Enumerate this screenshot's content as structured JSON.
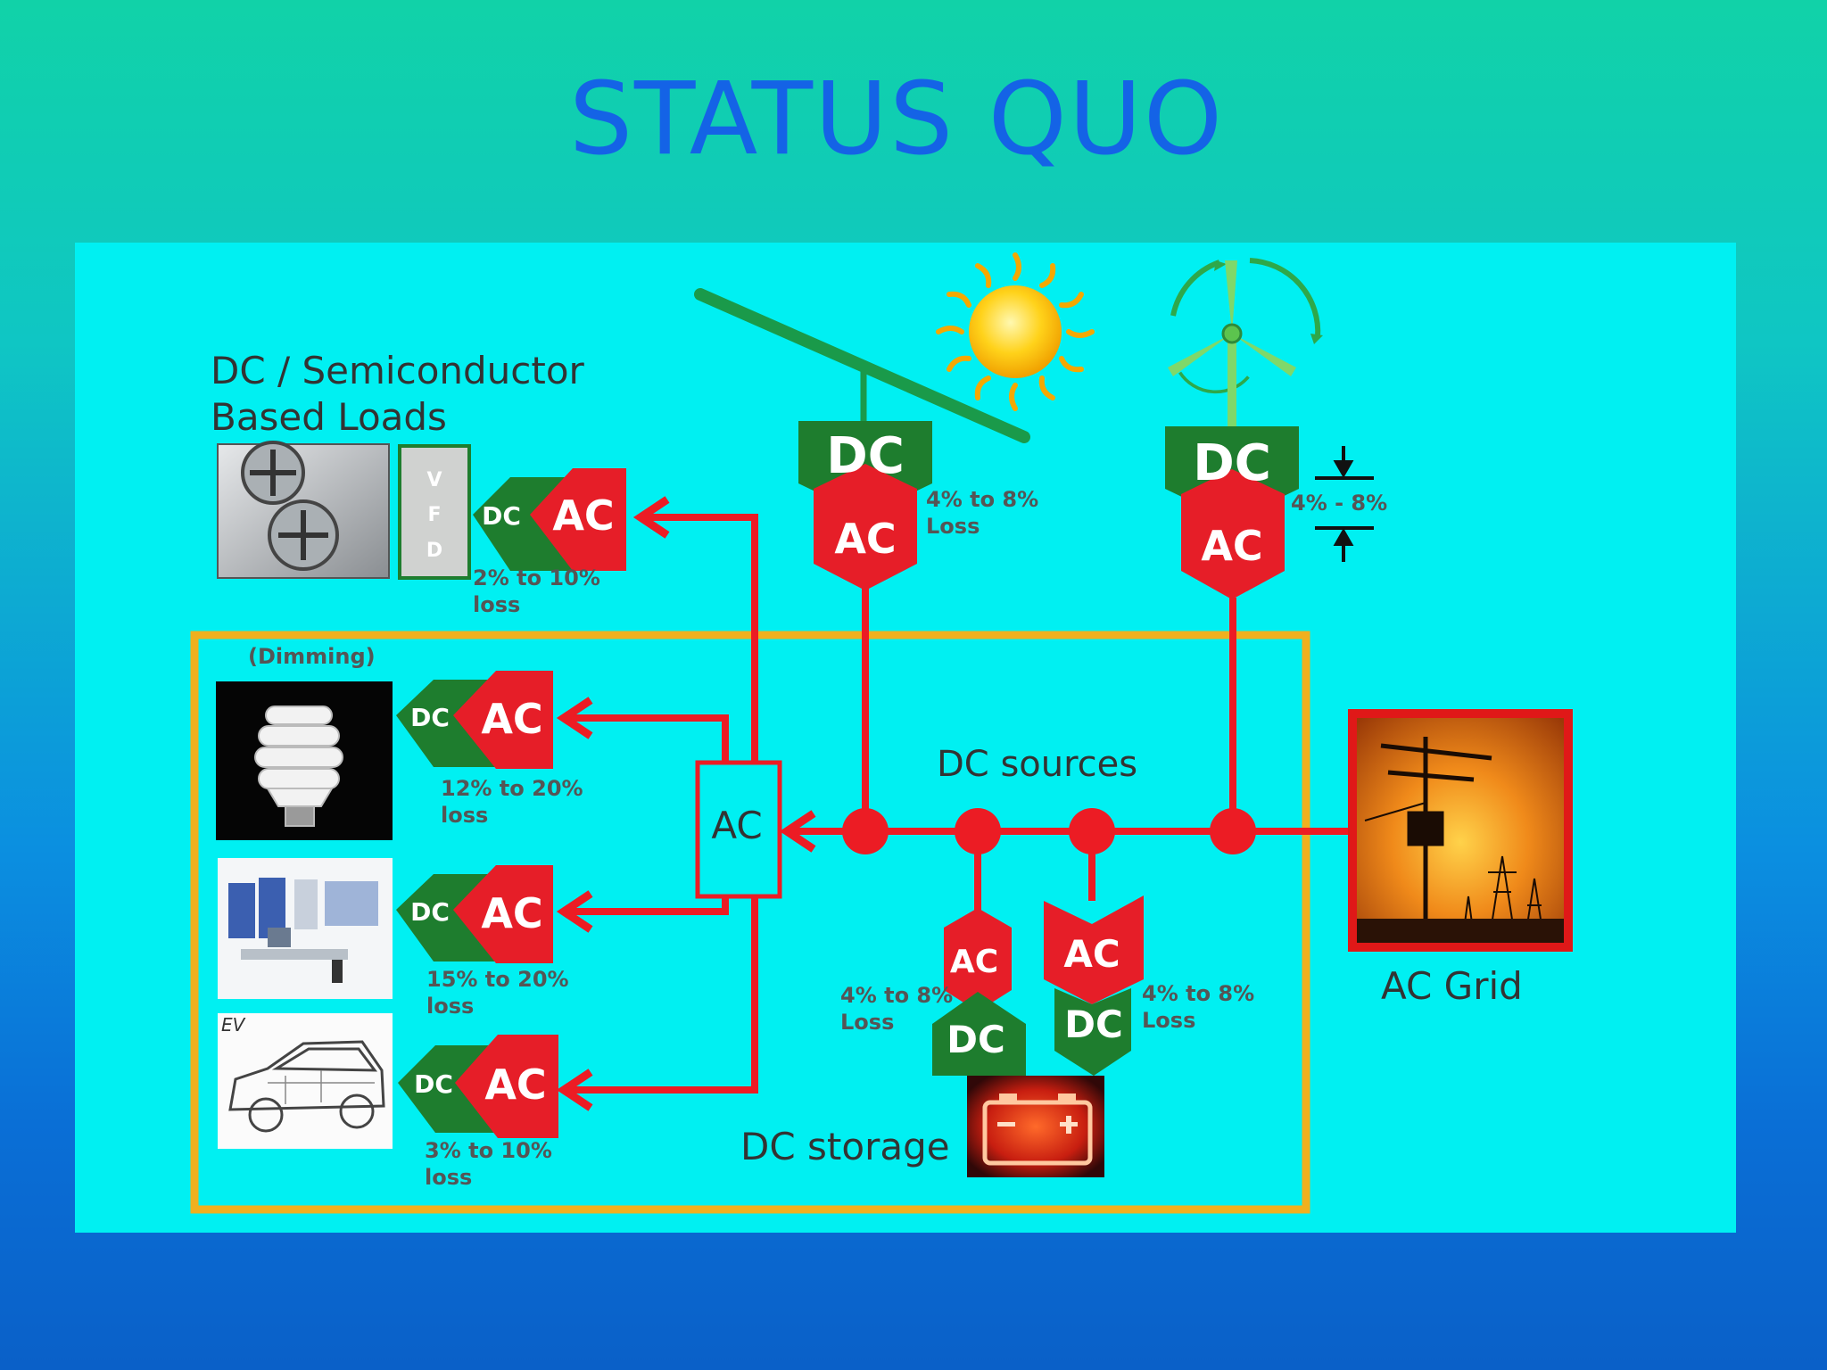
{
  "slide": {
    "title": "STATUS  QUO"
  },
  "labels": {
    "dc_loads": [
      "DC / Semiconductor",
      "Based Loads"
    ],
    "dimming": "(Dimming)",
    "dc_sources": "DC sources",
    "dc_storage": "DC storage",
    "ac_grid": "AC  Grid",
    "vfd": [
      "V",
      "F",
      "D"
    ],
    "ac_box": "AC",
    "ev": "EV"
  },
  "converters": {
    "dc": "DC",
    "ac": "AC"
  },
  "losses": {
    "vfd_load": [
      "2% to 10%",
      "loss"
    ],
    "lighting": [
      "12% to 20%",
      "loss"
    ],
    "computer": [
      "15% to 20%",
      "loss"
    ],
    "ev": [
      "3% to 10%",
      "loss"
    ],
    "solar": [
      "4% to 8%",
      "Loss"
    ],
    "wind": "4% - 8%",
    "storage_left": [
      "4% to 8%",
      "Loss"
    ],
    "storage_right": [
      "4% to 8%",
      "Loss"
    ]
  },
  "colors": {
    "line": "#ec1c24",
    "converter_green": "#1e7d2e",
    "converter_red": "#e61e28",
    "frame": "#f0b01e",
    "panel": "#00f0f2",
    "title": "#1463e6"
  },
  "icons": [
    "solar-panel-icon",
    "sun-icon",
    "wind-turbine-icon",
    "hvac-fan-icon",
    "cfl-bulb-icon",
    "data-center-icon",
    "electric-car-icon",
    "battery-icon",
    "power-pole-icon"
  ]
}
